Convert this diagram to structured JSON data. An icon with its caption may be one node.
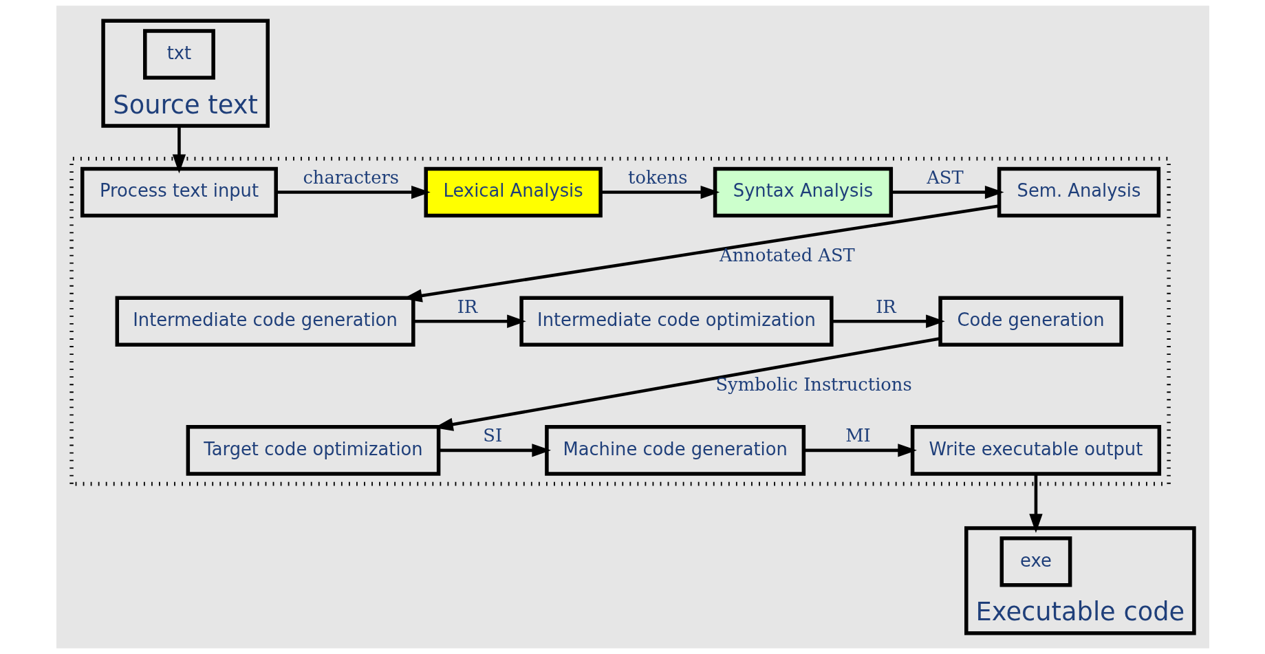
{
  "diagram": {
    "nodes": [
      {
        "text": [
          "Source text"
        ]
      },
      {
        "text": [
          "txt"
        ],
        "in": 0
      },
      {
        "text": [],
        "shape": "box"
      },
      {
        "text": [
          "Process text input"
        ],
        "in": 2
      },
      {
        "text": [
          "Lexical Analysis"
        ],
        "in": 2
      },
      {
        "text": [
          "Syntax Analysis"
        ],
        "in": 2
      },
      {
        "text": [
          "Sem. Analysis"
        ],
        "in": 2
      },
      {
        "text": [
          "Intermediate code generation"
        ],
        "in": 2
      },
      {
        "text": [
          "Intermediate code optimization"
        ],
        "in": 2
      },
      {
        "text": [
          "Code generation"
        ],
        "in": 2
      },
      {
        "text": [
          "Target code optimization"
        ],
        "in": 2
      },
      {
        "text": [
          "Machine code generation"
        ],
        "in": 2
      },
      {
        "text": [
          "Write executable output"
        ],
        "in": 2
      },
      {
        "text": [
          "Executable code"
        ]
      },
      {
        "text": [
          "exe"
        ],
        "in": 13
      }
    ],
    "edges": [
      {
        "from": 0,
        "to": 3,
        "arrow": "to"
      },
      {
        "from": 3,
        "to": 4,
        "arrow": "to",
        "label": "characters"
      },
      {
        "from": 4,
        "to": 5,
        "arrow": "to",
        "label": "tokens"
      },
      {
        "from": 5,
        "to": 6,
        "arrow": "to",
        "label": "AST"
      },
      {
        "from": 6,
        "to": 7,
        "arrow": "to",
        "label": "Annotated AST"
      },
      {
        "from": 7,
        "to": 8,
        "arrow": "to",
        "label": "IR"
      },
      {
        "from": 8,
        "to": 9,
        "arrow": "to",
        "label": "IR"
      },
      {
        "from": 9,
        "to": 10,
        "arrow": "to",
        "label": "Symbolic Instructions"
      },
      {
        "from": 10,
        "to": 11,
        "arrow": "to",
        "label": "SI"
      },
      {
        "from": 11,
        "to": 12,
        "arrow": "to",
        "label": "MI"
      },
      {
        "from": 12,
        "to": 13,
        "arrow": "to"
      }
    ]
  }
}
